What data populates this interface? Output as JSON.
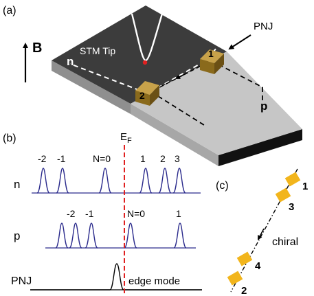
{
  "panels": {
    "a": {
      "label": "(a)",
      "field_label": "B",
      "stm_tip_label": "STM Tip",
      "pnj_label": "PNJ",
      "n_region_label": "n",
      "p_region_label": "p",
      "contact_1_label": "1",
      "contact_2_label": "2"
    },
    "b": {
      "label": "(b)",
      "fermi_label_main": "E",
      "fermi_label_sub": "F",
      "n_row_label": "n",
      "p_row_label": "p",
      "pnj_row_label": "PNJ",
      "edge_mode_label": "edge mode",
      "n_levels": [
        "-2",
        "-1",
        "N=0",
        "1",
        "2",
        "3"
      ],
      "p_levels": [
        "-2",
        "-1",
        "N=0",
        "1"
      ]
    },
    "c": {
      "label": "(c)",
      "chiral_label": "chiral",
      "contacts": [
        "1",
        "3",
        "4",
        "2"
      ]
    }
  },
  "colors": {
    "n_surface": "#3c3c3c",
    "p_surface": "#c6c6c6",
    "contact_gold": "#8a6a1c",
    "contact_yellow": "#f2b51c",
    "landau_peak": "#2b2b8c",
    "fermi_line": "#e02020",
    "tip_apex": "#e02020"
  }
}
